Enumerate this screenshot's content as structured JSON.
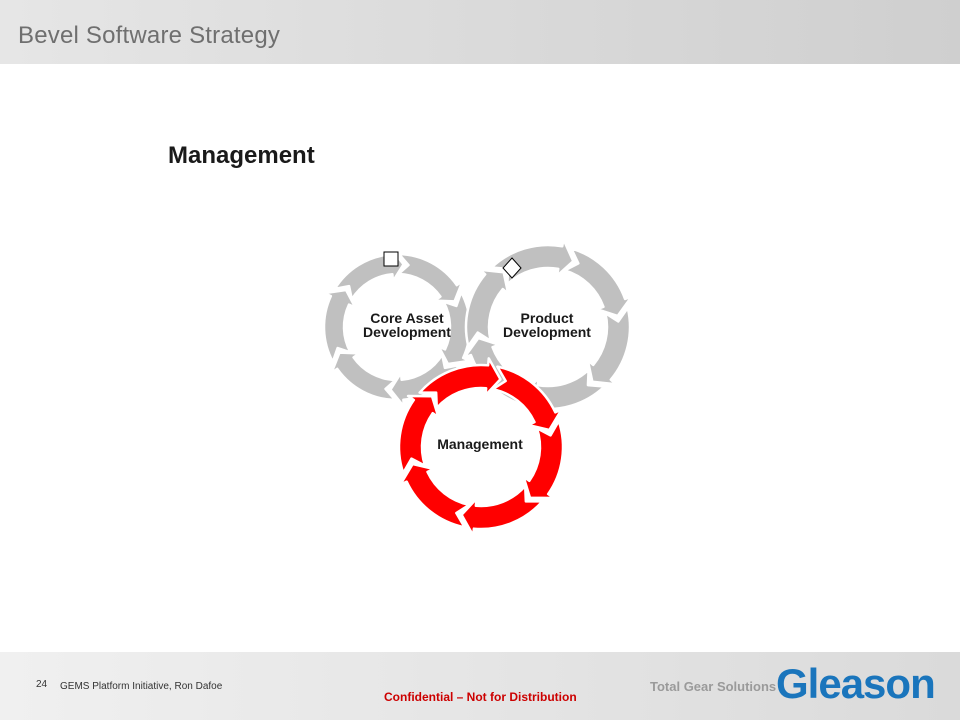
{
  "slide": {
    "title": "Bevel Software Strategy",
    "section_heading": "Management"
  },
  "diagram": {
    "cycles": [
      {
        "id": "core",
        "label_lines": [
          "Core Asset",
          "Development"
        ],
        "color": "#c0c0c0",
        "marker": "square-icon"
      },
      {
        "id": "product",
        "label_lines": [
          "Product",
          "Development"
        ],
        "color": "#c0c0c0",
        "marker": "diamond-icon"
      },
      {
        "id": "management",
        "label_lines": [
          "Management"
        ],
        "color": "#ff0000",
        "highlighted": true
      }
    ]
  },
  "footer": {
    "page_number": "24",
    "note": "GEMS  Platform Initiative,  Ron Dafoe",
    "confidential": "Confidential  – Not for Distribution",
    "tagline": "Total Gear Solutions",
    "brand": "Gleason"
  },
  "colors": {
    "accent_red": "#ff0000",
    "cycle_gray": "#c0c0c0",
    "brand_blue": "#1a75bc",
    "confidential_red": "#cc0000"
  }
}
